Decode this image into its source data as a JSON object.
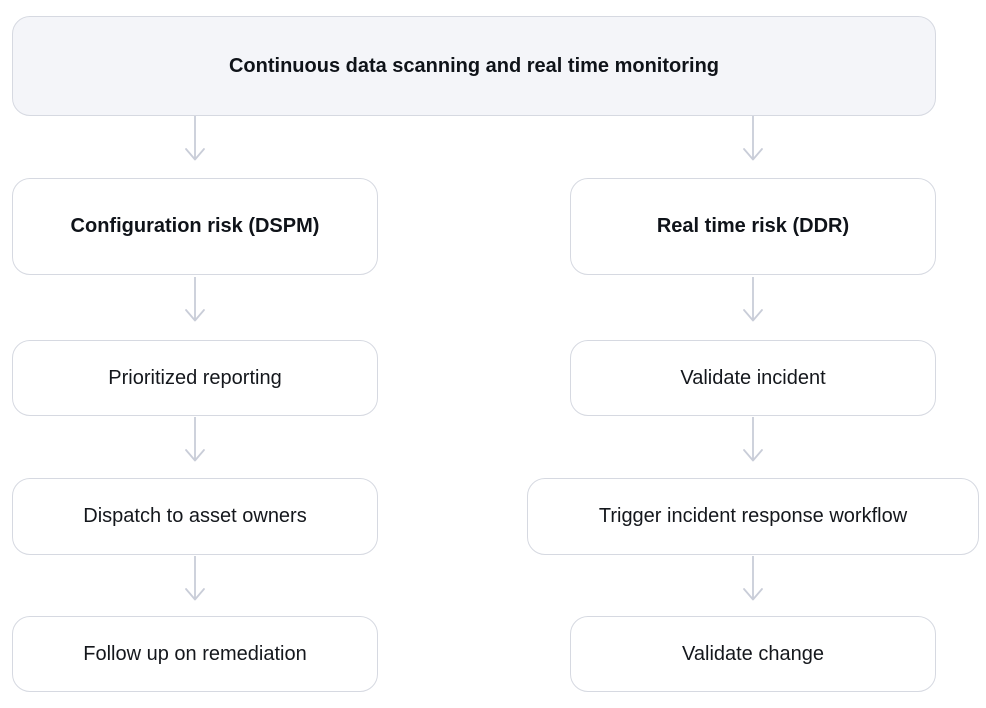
{
  "diagram": {
    "title": "Continuous data scanning and real time monitoring",
    "columns": [
      {
        "header": "Configuration risk (DSPM)",
        "steps": [
          "Prioritized reporting",
          "Dispatch to asset owners",
          "Follow up on remediation"
        ]
      },
      {
        "header": "Real time risk (DDR)",
        "steps": [
          "Validate incident",
          "Trigger incident response workflow",
          "Validate change"
        ]
      }
    ],
    "colors": {
      "top_box_bg": "#f4f5f9",
      "box_bg": "#ffffff",
      "box_border": "#d6d9e1",
      "arrow": "#c9cdd8",
      "text": "#14171c"
    }
  }
}
